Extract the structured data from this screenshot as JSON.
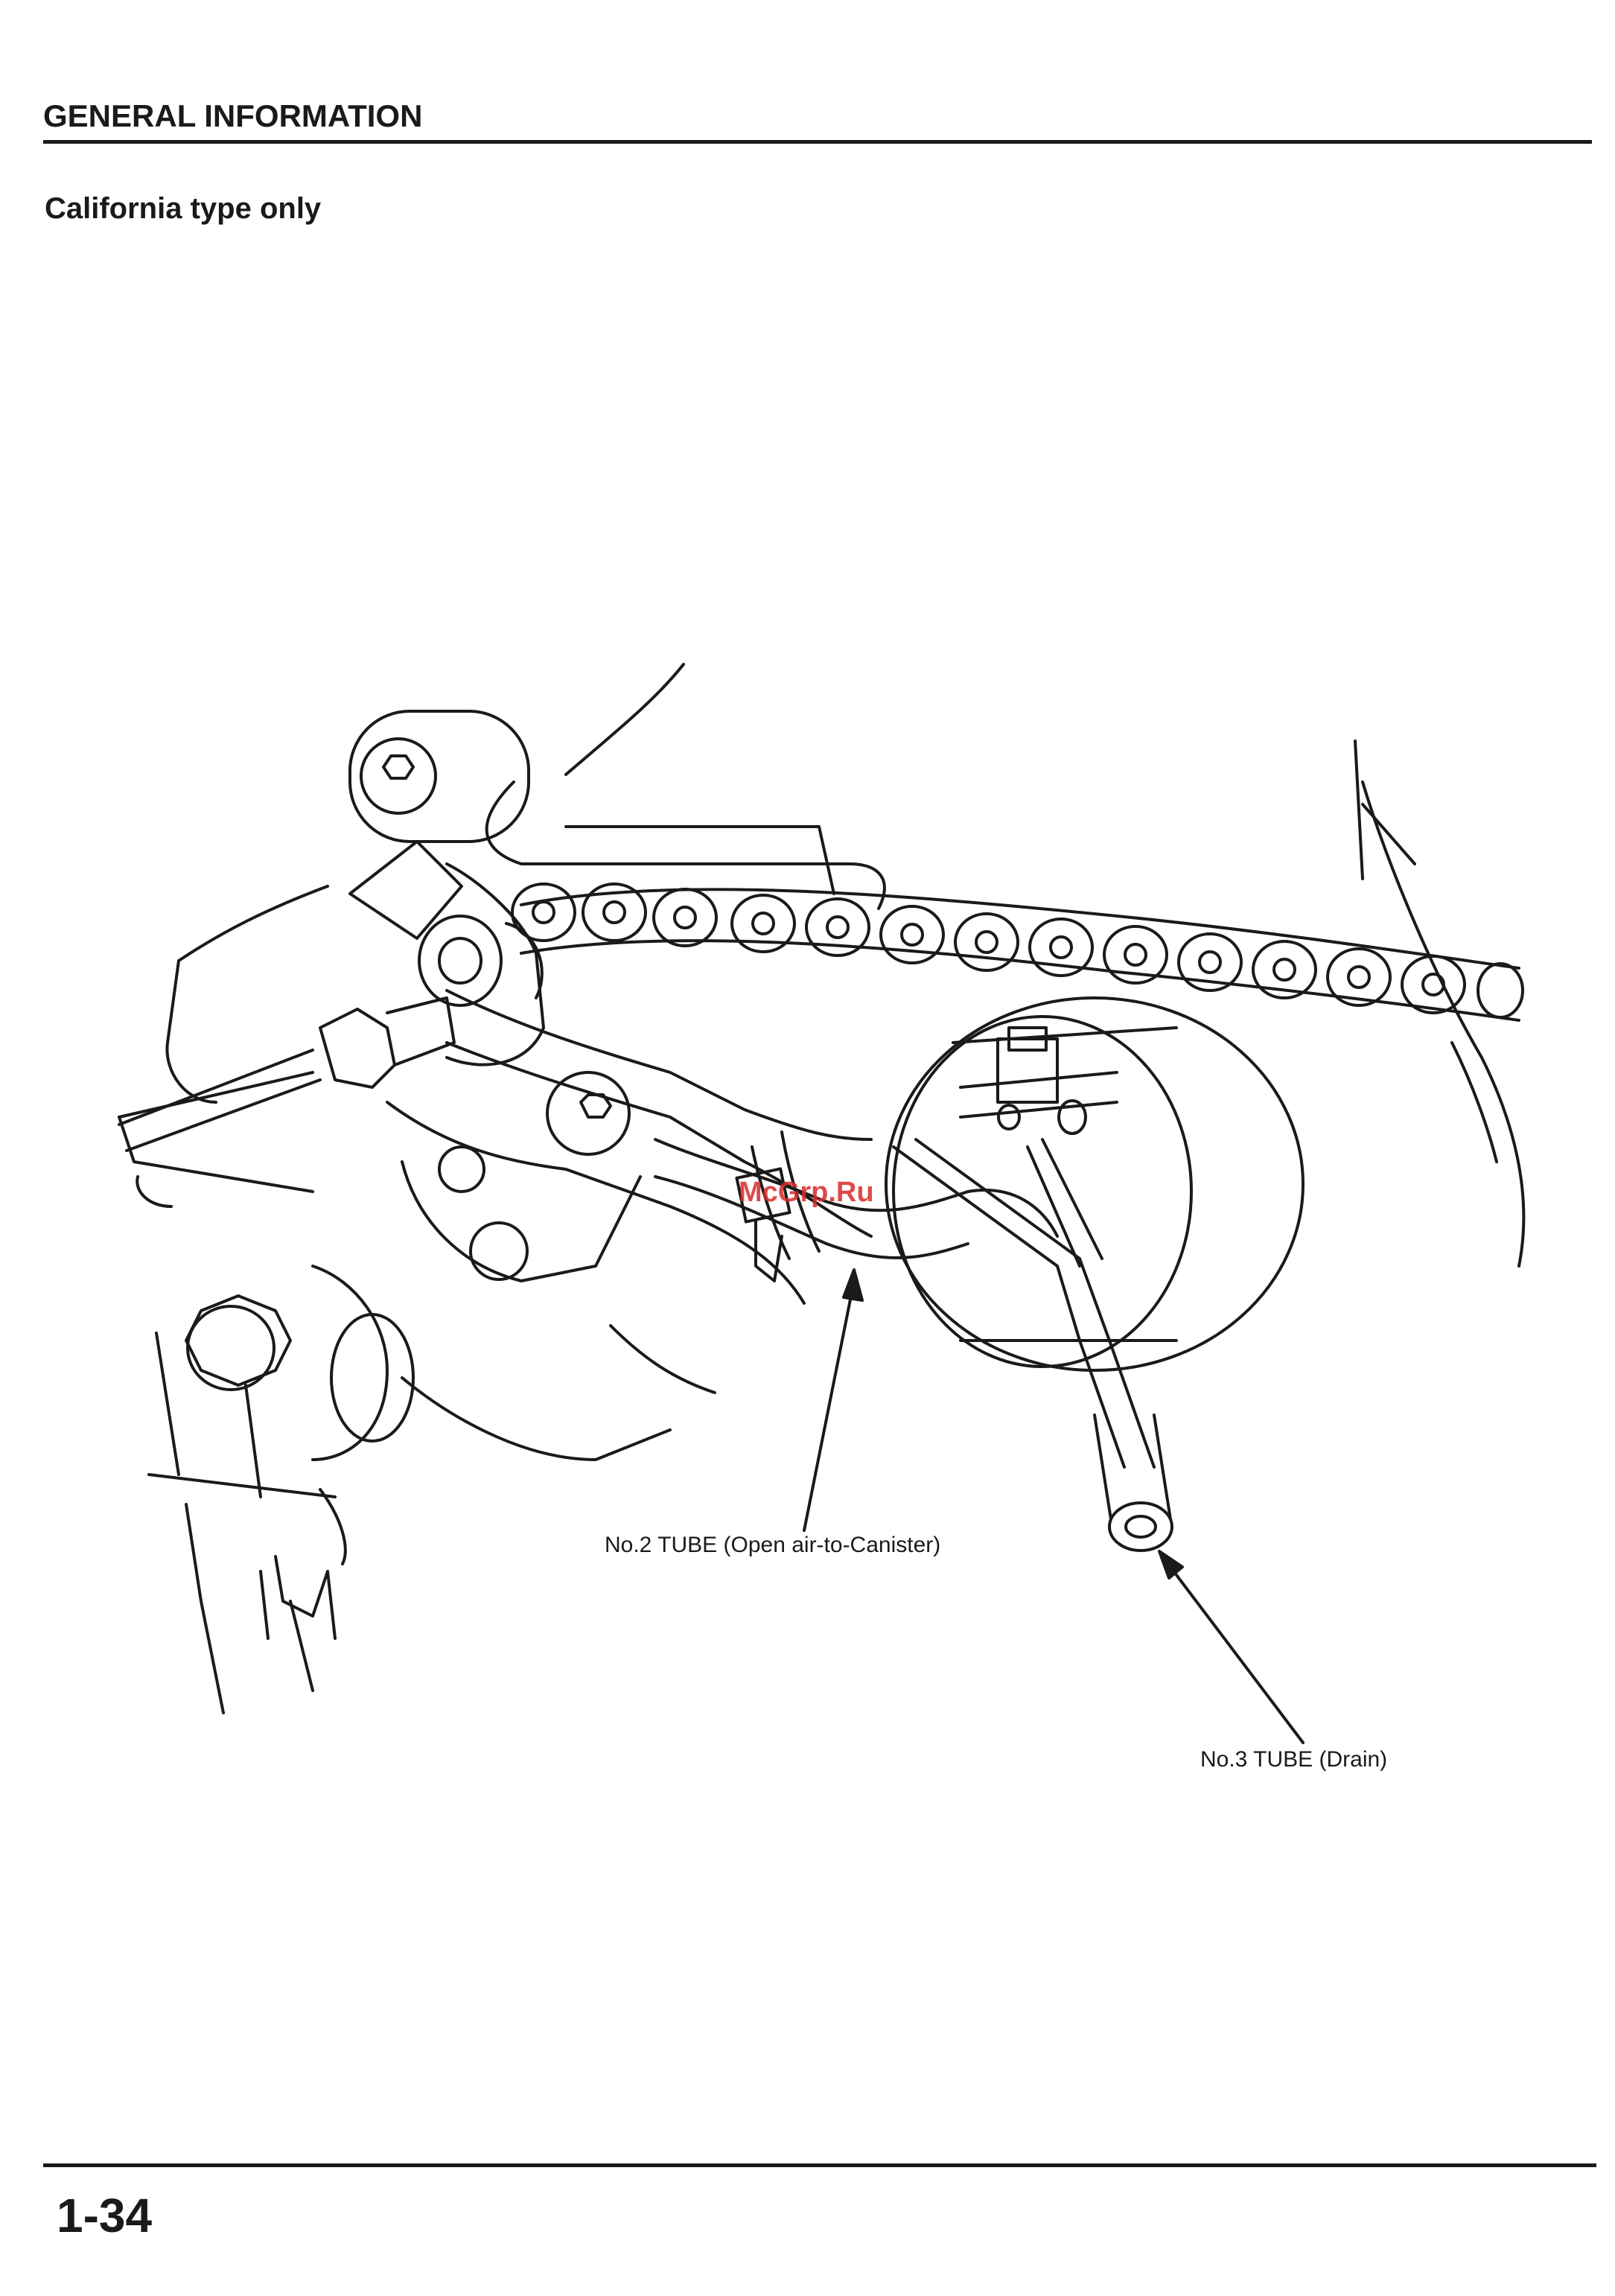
{
  "header": {
    "section_title": "GENERAL INFORMATION"
  },
  "subtitle": "California type only",
  "figure": {
    "callouts": {
      "no2_tube": "No.2 TUBE (Open air-to-Canister)",
      "no3_tube": "No.3 TUBE (Drain)"
    },
    "watermark": "McGrp.Ru"
  },
  "footer": {
    "page_number": "1-34"
  }
}
